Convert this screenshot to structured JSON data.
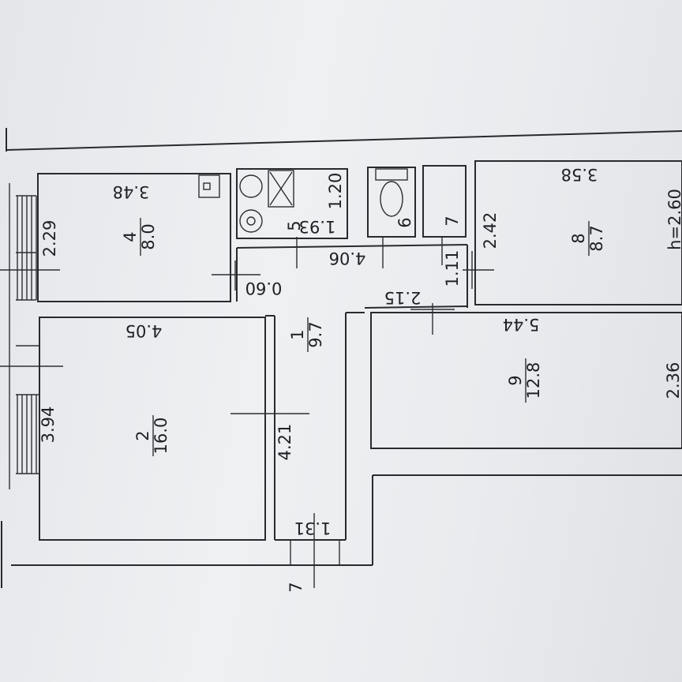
{
  "plan": {
    "height_label": "h=2.60",
    "entrance_marker": "7",
    "rooms": [
      {
        "number": "1",
        "area": "9.7"
      },
      {
        "number": "2",
        "area": "16.0"
      },
      {
        "number": "4",
        "area": "8.0"
      },
      {
        "number": "5",
        "area": ""
      },
      {
        "number": "6",
        "area": ""
      },
      {
        "number": "7",
        "area": ""
      },
      {
        "number": "8",
        "area": "8.7"
      },
      {
        "number": "9",
        "area": "12.8"
      }
    ],
    "dimensions": {
      "room4_top": "3.48",
      "room4_side": "2.29",
      "room2_top": "4.05",
      "room2_side": "3.94",
      "corridor_width": "4.21",
      "corridor_opening": "0.60",
      "corridor_bottom": "1.31",
      "hall_length": "4.06",
      "hall_step": "2.15",
      "hall_end": "1.11",
      "bath_w": "1.93",
      "bath_h": "1.20",
      "room8_top": "3.58",
      "room8_side": "2.42",
      "room9_top": "5.44",
      "room9_side": "2.36"
    }
  }
}
